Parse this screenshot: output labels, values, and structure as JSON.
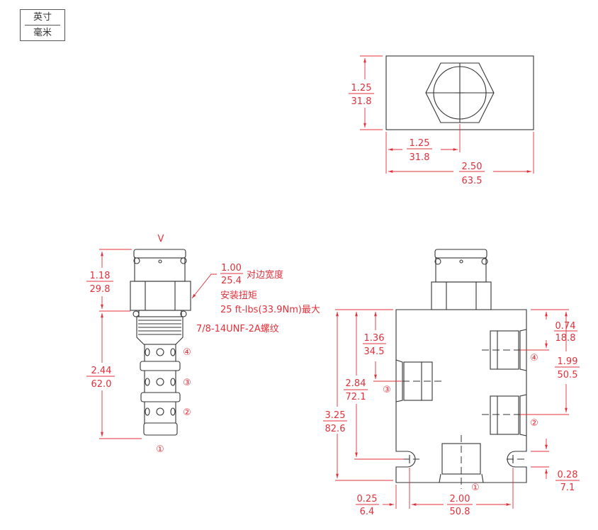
{
  "units": {
    "inch": "英寸",
    "mm": "毫米"
  },
  "top_view": {
    "height": {
      "in": "1.25",
      "mm": "31.8"
    },
    "center": {
      "in": "1.25",
      "mm": "31.8"
    },
    "width": {
      "in": "2.50",
      "mm": "63.5"
    }
  },
  "cartridge": {
    "label": "V",
    "head_height": {
      "in": "1.18",
      "mm": "29.8"
    },
    "body_length": {
      "in": "2.44",
      "mm": "62.0"
    },
    "hex": {
      "in": "1.00",
      "mm": "25.4",
      "note": "对边宽度"
    },
    "torque_label": "安装扭矩",
    "torque_value": "25 ft-lbs(33.9Nm)最大",
    "thread": "7/8-14UNF-2A螺纹",
    "ports": [
      "④",
      "③",
      "②",
      "①"
    ]
  },
  "front_view": {
    "port3_depth": {
      "in": "1.36",
      "mm": "34.5"
    },
    "mount_hole_height": {
      "in": "2.84",
      "mm": "72.1"
    },
    "total_height": {
      "in": "3.25",
      "mm": "82.6"
    },
    "port4_depth": {
      "in": "0.74",
      "mm": "18.8"
    },
    "port2_depth": {
      "in": "1.99",
      "mm": "50.5"
    },
    "hole_offset_bottom": {
      "in": "0.28",
      "mm": "7.1"
    },
    "hole_offset_side": {
      "in": "0.25",
      "mm": "6.4"
    },
    "hole_spacing": {
      "in": "2.00",
      "mm": "50.8"
    },
    "ports": [
      "④",
      "③",
      "②",
      "①"
    ]
  },
  "colors": {
    "dimension": "#e0303a",
    "outline": "#333333"
  }
}
